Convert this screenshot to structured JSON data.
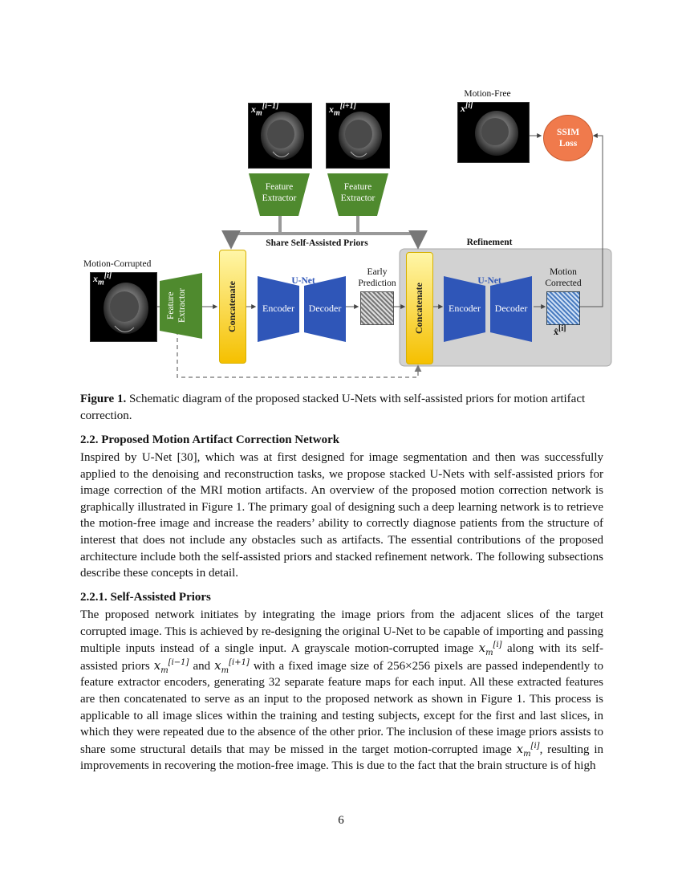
{
  "figure": {
    "labels": {
      "motion_free": "Motion-Free",
      "motion_corrupted": "Motion-Corrupted",
      "share_priors": "Share Self-Assisted Priors",
      "refinement": "Refinement",
      "early_prediction": "Early Prediction",
      "motion_corrected": "Motion Corrected",
      "unet": "U-Net",
      "encoder": "Encoder",
      "decoder": "Decoder",
      "concatenate": "Concatenate",
      "feature_extractor": "Feature Extractor",
      "ssim_loss": "SSIM Loss"
    },
    "math": {
      "x_prev_base": "x",
      "x_prev_sub": "m",
      "x_prev_sup": "[i−1]",
      "x_next_base": "x",
      "x_next_sub": "m",
      "x_next_sup": "[i+1]",
      "x_cur_base": "x",
      "x_cur_sub": "m",
      "x_cur_sup": "[i]",
      "x_free_base": "x",
      "x_free_sup": "[i]",
      "x_hat_base": "x̂",
      "x_hat_sup": "[i]"
    },
    "colors": {
      "feature_extractor": "#4f8a2e",
      "concatenate_top": "#fff6a8",
      "concatenate_bottom": "#f5c000",
      "unet_block": "#2f56b8",
      "ssim_loss": "#f07a4c",
      "refinement_panel": "#cfcfcf"
    }
  },
  "caption": {
    "label": "Figure 1.",
    "text": " Schematic diagram of the proposed stacked U-Nets with self-assisted priors for motion artifact correction."
  },
  "section_2_2": {
    "heading": "2.2.   Proposed Motion Artifact Correction Network",
    "paragraph": "Inspired by U-Net [30], which was at first designed for image segmentation and then was successfully applied to the denoising and reconstruction tasks, we propose stacked U-Nets with self-assisted priors for image correction of the MRI motion artifacts. An overview of the proposed motion correction network is graphically illustrated in Figure 1. The primary goal of designing such a deep learning network is to retrieve the motion-free image and increase the readers’ ability to correctly diagnose patients from the structure of interest that does not include any obstacles such as artifacts. The essential contributions of the proposed architecture include both the self-assisted priors and stacked refinement network. The following subsections describe these concepts in detail."
  },
  "section_2_2_1": {
    "heading": "2.2.1.   Self-Assisted Priors",
    "p1": "The proposed network initiates by integrating the image priors from the adjacent slices of the target corrupted image. This is achieved by re-designing the original U-Net to be capable of importing and passing multiple inputs instead of a single input. A grayscale motion-corrupted image ",
    "p2": " along with its self-assisted priors ",
    "p3": " and ",
    "p4": " with a fixed image size of 256×256 pixels are passed independently to feature extractor encoders, generating 32 separate feature maps for each input. All these extracted features are then concatenated to serve as an input to the proposed network as shown in Figure 1. This process is applicable to all image slices within the training and testing subjects, except for the first and last slices, in which they were repeated due to the absence of the other prior. The inclusion of these image priors assists to share some structural details that may be missed in the target motion-corrupted image ",
    "p5": ", resulting in improvements in recovering the motion-free image. This is due to the fact that the brain structure is of high"
  },
  "page_number": "6"
}
